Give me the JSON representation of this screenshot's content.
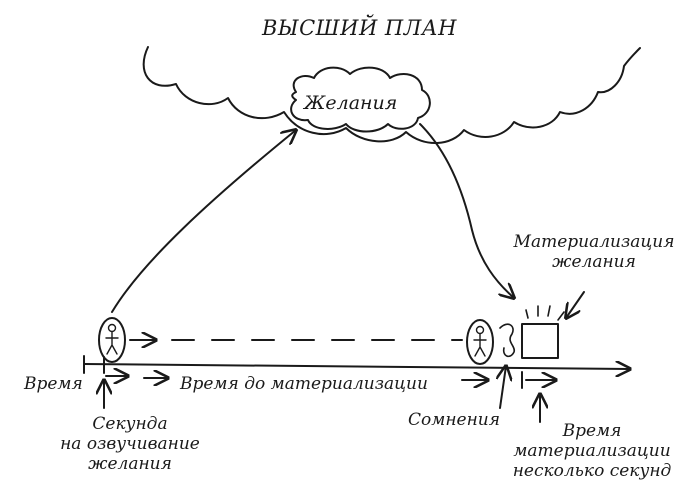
{
  "title": "ВЫСШИЙ ПЛАН",
  "cloud_label": "Желания",
  "materialization_label": [
    "Материализация",
    "желания"
  ],
  "time_label": "Время",
  "time_to_materialization_label": "Время до материализации",
  "second_label": [
    "Секунда",
    "на озвучивание",
    "желания"
  ],
  "doubts_label": "Сомнения",
  "materialization_time_label": [
    "Время",
    "материализации",
    "несколько секунд"
  ],
  "colors": {
    "ink": "#1a1a1a",
    "background": "#ffffff"
  }
}
